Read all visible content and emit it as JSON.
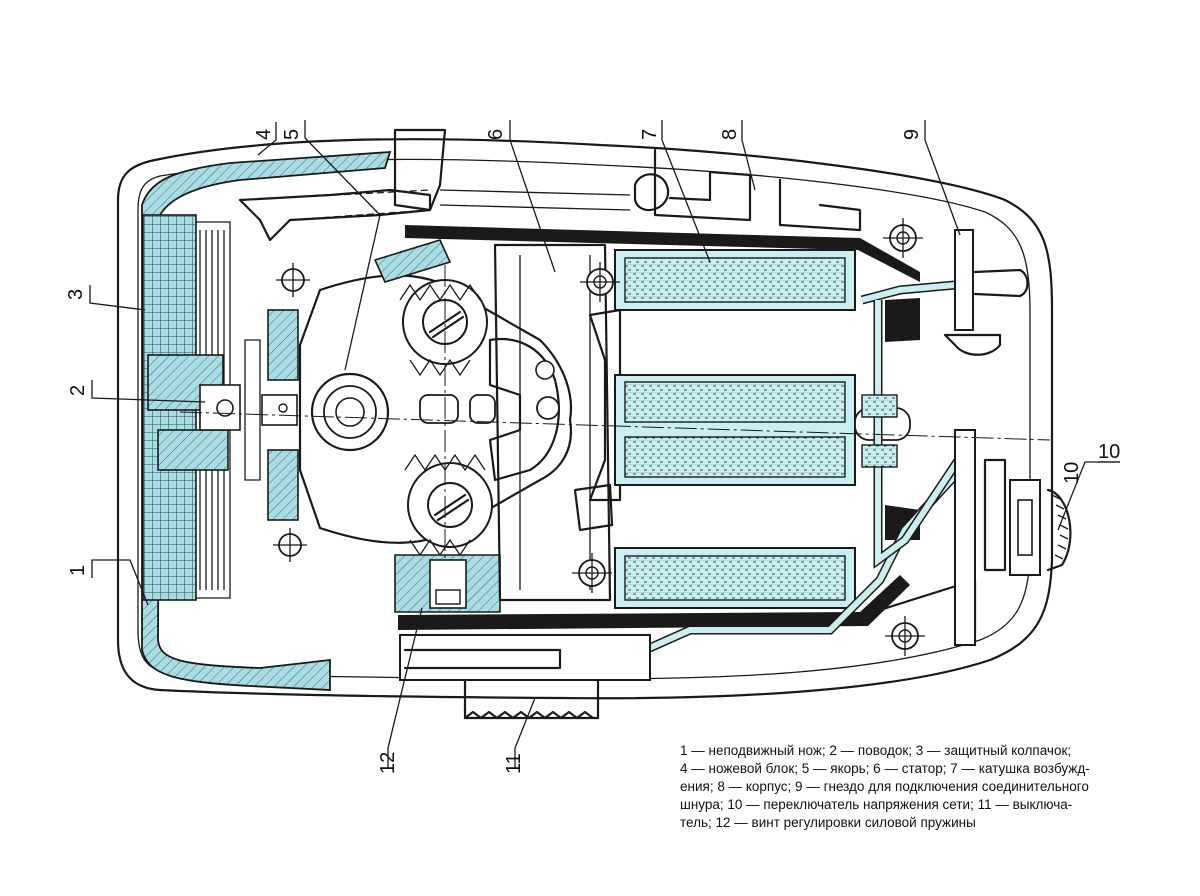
{
  "figure": {
    "callouts": [
      {
        "id": "c1",
        "text": "1"
      },
      {
        "id": "c2",
        "text": "2"
      },
      {
        "id": "c3",
        "text": "3"
      },
      {
        "id": "c4",
        "text": "4"
      },
      {
        "id": "c5",
        "text": "5"
      },
      {
        "id": "c6",
        "text": "6"
      },
      {
        "id": "c7",
        "text": "7"
      },
      {
        "id": "c8",
        "text": "8"
      },
      {
        "id": "c9",
        "text": "9"
      },
      {
        "id": "c10",
        "text": "10"
      },
      {
        "id": "c10b",
        "text": "10"
      },
      {
        "id": "c11",
        "text": "11"
      },
      {
        "id": "c12",
        "text": "12"
      }
    ],
    "colors": {
      "hatch_fill": "#a9dde3",
      "line": "#1a1a1a",
      "background": "#ffffff"
    }
  },
  "caption": {
    "lines": [
      "1 — неподвижный нож; 2 — поводок; 3 — защитный колпачок;",
      "4 — ножевой блок; 5 — якорь; 6 — статор; 7 — катушка возбужд-",
      "ения; 8 — корпус; 9 — гнездо для подключения соединительного",
      "шнура; 10 — переключатель напряжения сети; 11 — выключа-",
      "тель; 12 — винт регулировки силовой пружины"
    ]
  }
}
